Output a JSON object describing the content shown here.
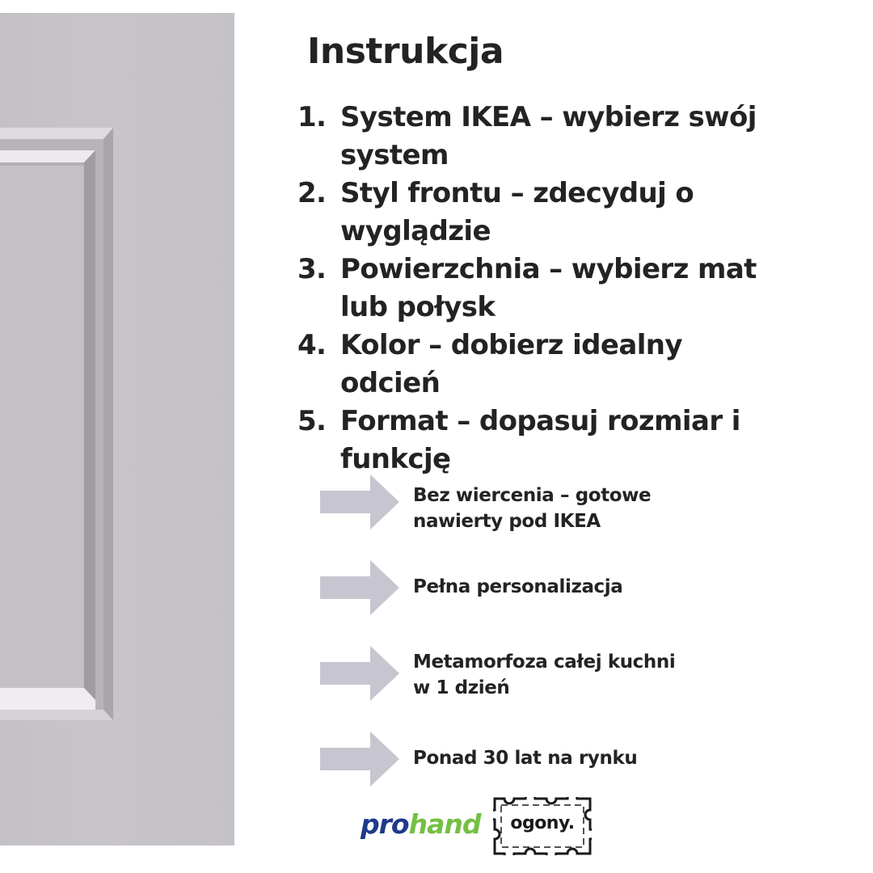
{
  "title": "Instrukcja",
  "steps": [
    {
      "num": "1.",
      "text": "System IKEA – wybierz swój system"
    },
    {
      "num": "2.",
      "text": "Styl frontu – zdecyduj o wyglądzie"
    },
    {
      "num": "3.",
      "text": "Powierzchnia – wybierz mat lub połysk"
    },
    {
      "num": "4.",
      "text": "Kolor – dobierz idealny odcień"
    },
    {
      "num": "5.",
      "text": "Format – dopasuj rozmiar i funkcję"
    }
  ],
  "features": [
    {
      "text": " Bez wiercenia – gotowe\nnawierty pod IKEA",
      "icon": "arrow-right-icon"
    },
    {
      "text": "Pełna personalizacja",
      "icon": "arrow-right-icon"
    },
    {
      "text": "Metamorfoza całej kuchni\nw 1 dzień",
      "icon": "arrow-right-icon"
    },
    {
      "text": "Ponad 30 lat na rynku",
      "icon": "arrow-right-icon"
    }
  ],
  "logos": {
    "prohand": {
      "pro": "pro",
      "hand": "hand"
    },
    "ogony": "ogony."
  },
  "colors": {
    "text": "#232323",
    "arrow": "#c7c5cf",
    "door": "#c6c3c8",
    "prohand_blue": "#1d3a8a",
    "prohand_green": "#74c043"
  }
}
